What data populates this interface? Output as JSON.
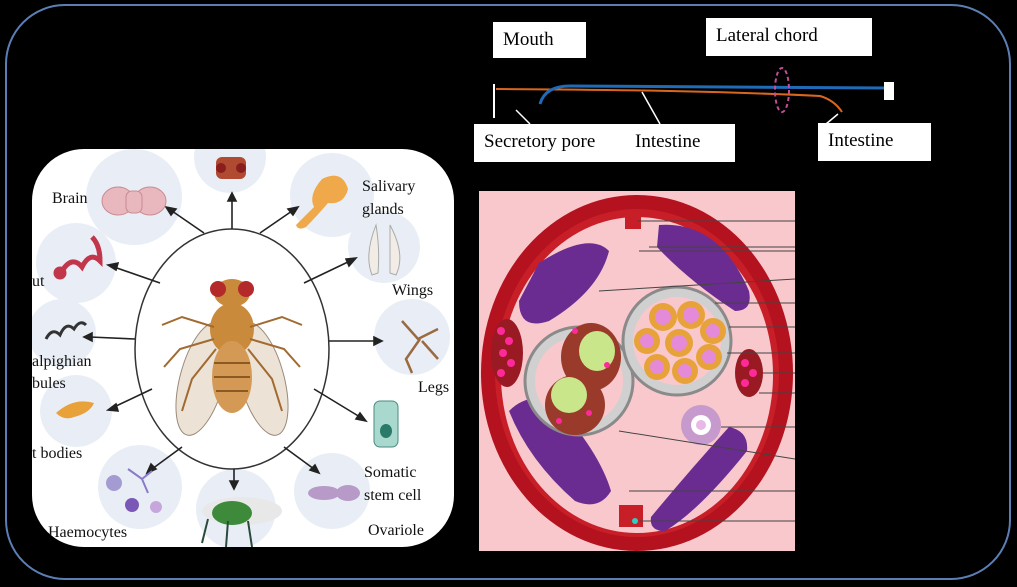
{
  "fly_panel": {
    "organs": [
      {
        "name": "head",
        "label": ""
      },
      {
        "name": "brain",
        "label": "Brain"
      },
      {
        "name": "salivary-glands",
        "label": "Salivary\nglands"
      },
      {
        "name": "gut",
        "label": "ut"
      },
      {
        "name": "wings",
        "label": "Wings"
      },
      {
        "name": "malpighian-tubules",
        "label": "alpighian\nbules"
      },
      {
        "name": "legs",
        "label": "Legs"
      },
      {
        "name": "fat-bodies",
        "label": "t bodies"
      },
      {
        "name": "somatic-stem-cell",
        "label": "Somatic\nstem cell"
      },
      {
        "name": "haemocytes",
        "label": "Haemocytes"
      },
      {
        "name": "ovariole",
        "label": "Ovariole"
      }
    ]
  },
  "worm_labels": {
    "mouth": "Mouth",
    "lateral_chord": "Lateral chord",
    "secretory_pore": "Secretory pore",
    "intestine_1": "Intestine",
    "intestine_2": "Intestine"
  },
  "colors": {
    "frame": "#5b7fb5",
    "background": "#000000",
    "cuticle": "#b3121e",
    "muscle": "#6b2c91",
    "pseudocoel": "#f8c8cc",
    "worm_blue": "#1f6bb8",
    "worm_orange": "#d9661e"
  }
}
